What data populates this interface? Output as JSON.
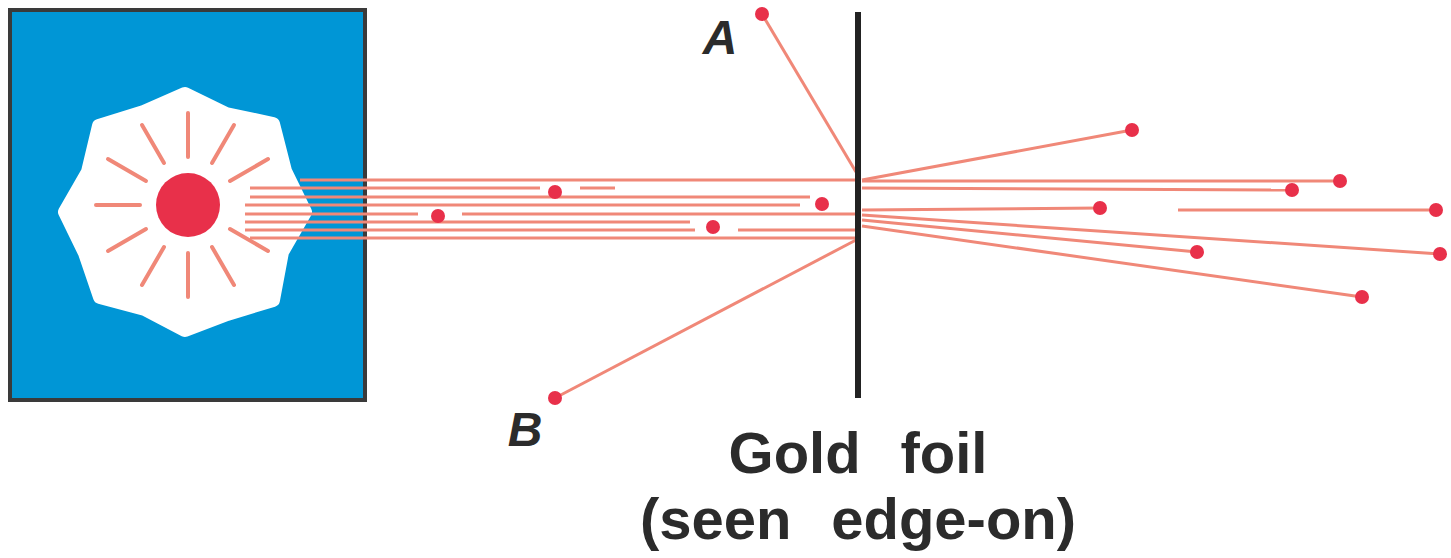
{
  "diagram": {
    "labels": [
      "A",
      "B",
      "Gold foil (seen edge-on)"
    ]
  }
}
